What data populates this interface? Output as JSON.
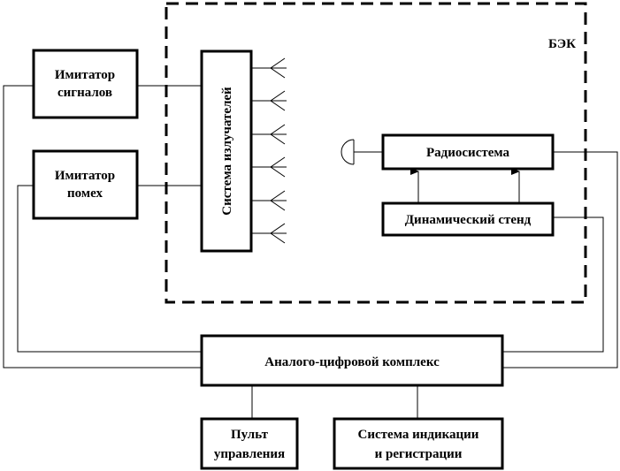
{
  "diagram": {
    "zone_label": "БЭК",
    "blocks": {
      "signal_imitator": [
        "Имитатор",
        "сигналов"
      ],
      "noise_imitator": [
        "Имитатор",
        "помех"
      ],
      "emitter_system": "Система излучателей",
      "radio_system": "Радиосистема",
      "dynamic_stand": "Динамический стенд",
      "adc_complex": "Аналого-цифровой комплекс",
      "control_panel": [
        "Пульт",
        "управления"
      ],
      "indication_system": [
        "Система индикации",
        "и регистрации"
      ]
    }
  }
}
